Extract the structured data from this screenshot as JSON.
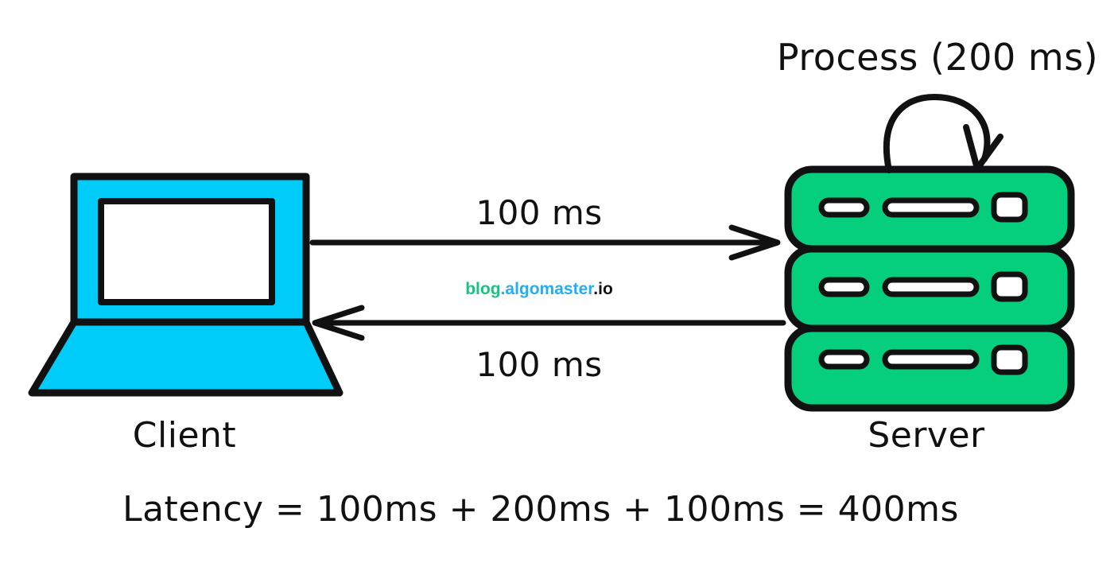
{
  "diagram": {
    "title_top": "Process (200 ms)",
    "client_label": "Client",
    "server_label": "Server",
    "request_label": "100 ms",
    "response_label": "100 ms",
    "formula": "Latency = 100ms + 200ms + 100ms = 400ms",
    "watermark": {
      "part1": "blog",
      "dot1": ".",
      "part2": "algomaster",
      "part3": ".io"
    },
    "colors": {
      "client_fill": "#00CCFA",
      "server_fill": "#05CE7C",
      "stroke": "#111111",
      "screen_fill": "#FFFFFF",
      "watermark_green": "#16C47F",
      "watermark_blue": "#22AEF5",
      "watermark_black": "#111111",
      "background": "#FFFFFF"
    },
    "icons": {
      "client": "laptop-icon",
      "server": "server-rack-icon",
      "loop": "self-loop-arrow-icon",
      "request": "arrow-right-icon",
      "response": "arrow-left-icon"
    }
  }
}
